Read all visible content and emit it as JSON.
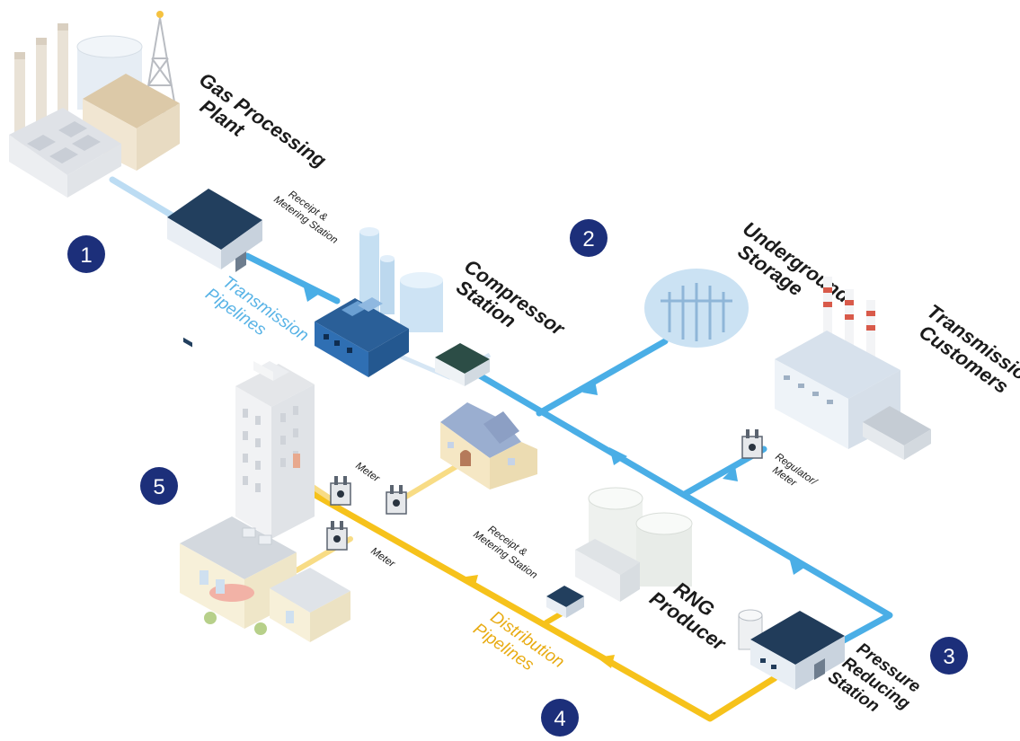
{
  "colors": {
    "transmission_pipe": "#4aaee6",
    "distribution_pipe": "#f6c21b",
    "badge": "#1c2f7a",
    "transmission_label": "#58b3e6",
    "distribution_label": "#e8ab12",
    "building_roof": "#1f3d5c",
    "compressor_blue": "#2f6fb3"
  },
  "labels": {
    "gas_processing_plant": [
      "Gas Processing",
      "Plant"
    ],
    "receipt_metering_top": [
      "Receipt &",
      "Metering Station"
    ],
    "compressor_station": [
      "Compressor",
      "Station"
    ],
    "underground_storage": [
      "Underground",
      "Storage"
    ],
    "transmission_customers": [
      "Transmission",
      "Customers"
    ],
    "regulator_meter": [
      "Regulator/",
      "Meter"
    ],
    "transmission_pipelines": [
      "Transmission",
      "Pipelines"
    ],
    "meter_upper": "Meter",
    "meter_lower": "Meter",
    "receipt_metering_bottom": [
      "Receipt &",
      "Metering Station"
    ],
    "rng_producer": [
      "RNG",
      "Producer"
    ],
    "distribution_pipelines": [
      "Distribution",
      "Pipelines"
    ],
    "pressure_reducing_station": [
      "Pressure",
      "Reducing",
      "Station"
    ]
  },
  "badges": [
    "1",
    "2",
    "3",
    "4",
    "5"
  ],
  "icons": [
    "oil-derrick-icon",
    "smokestack-icon",
    "storage-tank-icon",
    "house-icon",
    "office-tower-icon",
    "restaurant-icon",
    "gas-meter-icon"
  ]
}
